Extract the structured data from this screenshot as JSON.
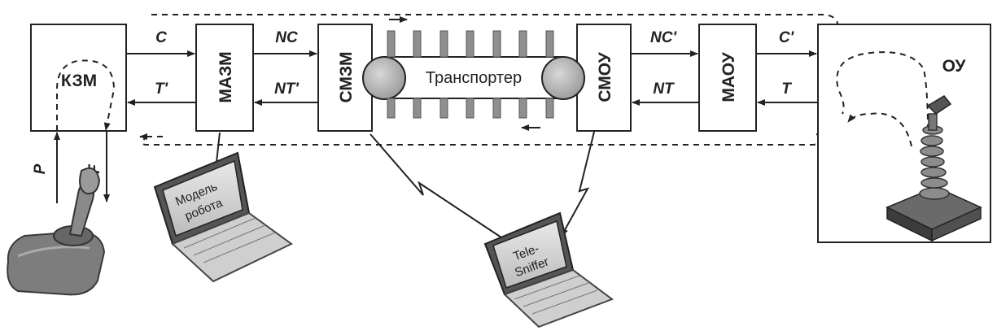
{
  "blocks": {
    "kzm": "КЗМ",
    "mazm": "МАЗМ",
    "smzm": "СМЗМ",
    "smou": "СМОУ",
    "maou": "МАОУ",
    "ou": "ОУ"
  },
  "conveyor": "Транспортер",
  "signals": {
    "c": "C",
    "t_prime": "T'",
    "nc": "NC",
    "nt_prime": "NT'",
    "nc_prime": "NC'",
    "nt": "NT",
    "c_prime": "C'",
    "t": "T",
    "p": "P",
    "f": "F"
  },
  "laptops": {
    "robot_model": [
      "Модель",
      "робота"
    ],
    "sniffer": [
      "Tele-",
      "Sniffer"
    ]
  },
  "icons": [
    "joystick-icon",
    "laptop-icon",
    "robot-arm-icon"
  ]
}
